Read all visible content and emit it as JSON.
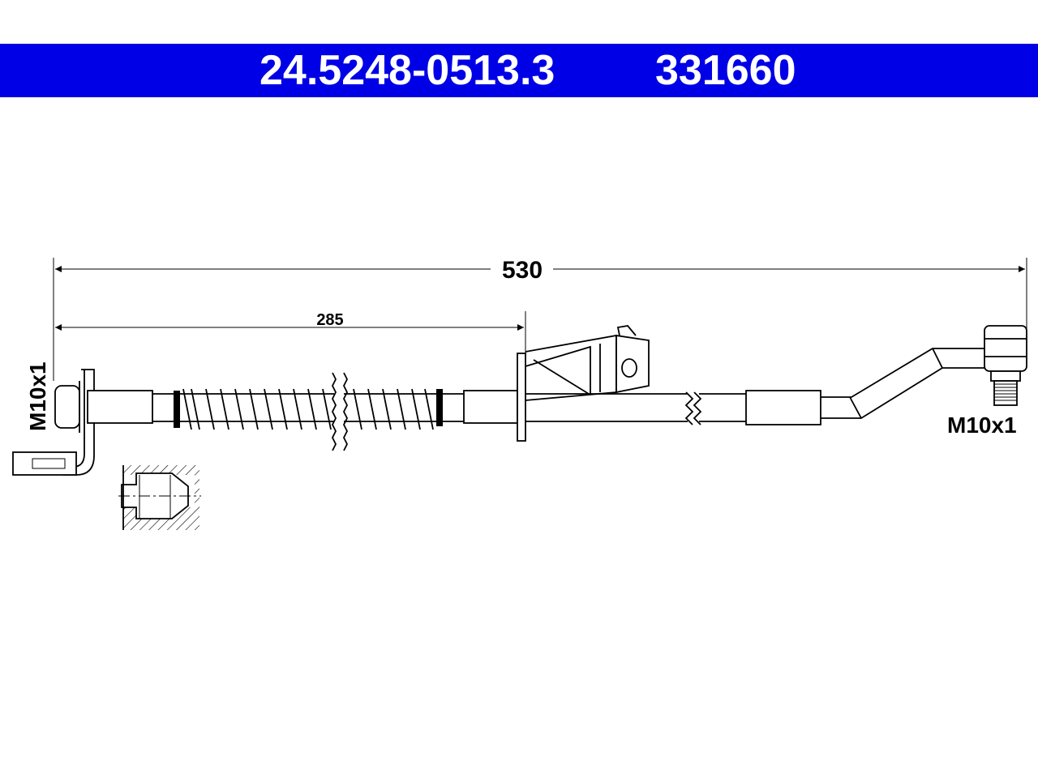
{
  "header": {
    "part_number": "24.5248-0513.3",
    "ref_number": "331660",
    "background_color": "#0000e6",
    "text_color": "#ffffff"
  },
  "dimensions": {
    "total_length": "530",
    "partial_length": "285"
  },
  "threads": {
    "left": "M10x1",
    "right": "M10x1"
  }
}
